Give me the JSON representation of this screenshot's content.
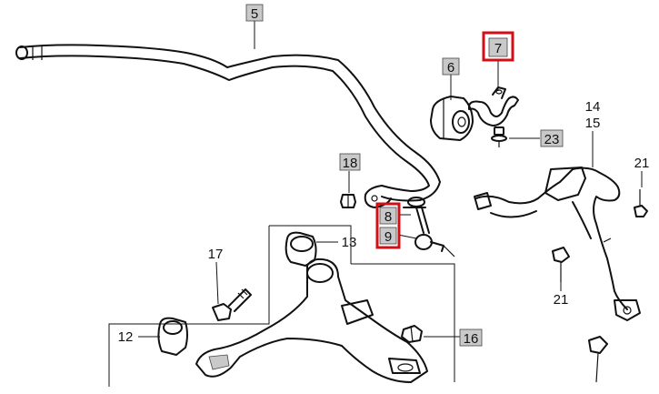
{
  "callouts": {
    "c5": "5",
    "c6": "6",
    "c7": "7",
    "c8": "8",
    "c9": "9",
    "c12": "12",
    "c13": "13",
    "c14": "14",
    "c15": "15",
    "c16": "16",
    "c17": "17",
    "c18": "18",
    "c21a": "21",
    "c21b": "21",
    "c23": "23"
  },
  "highlight_color": "#d10f14",
  "highlighted_callouts": [
    "7",
    "8",
    "9"
  ]
}
